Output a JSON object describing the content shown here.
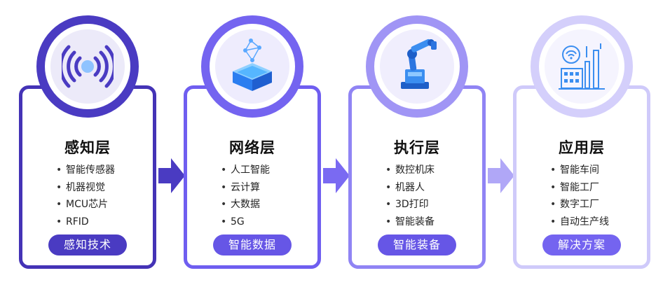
{
  "layers": [
    {
      "title": "感知层",
      "items": [
        "智能传感器",
        "机器视觉",
        "MCU芯片",
        "RFID"
      ],
      "badge": "感知技术",
      "icon": "rfid-signal-icon"
    },
    {
      "title": "网络层",
      "items": [
        "人工智能",
        "云计算",
        "大数据",
        "5G"
      ],
      "badge": "智能数据",
      "icon": "network-cube-icon"
    },
    {
      "title": "执行层",
      "items": [
        "数控机床",
        "机器人",
        "3D打印",
        "智能装备"
      ],
      "badge": "智能装备",
      "icon": "robot-arm-icon"
    },
    {
      "title": "应用层",
      "items": [
        "智能车间",
        "智能工厂",
        "数字工厂",
        "自动生产线"
      ],
      "badge": "解决方案",
      "icon": "factory-icon"
    }
  ],
  "bullet": "•",
  "colors": [
    "#4a3bc2",
    "#7464f0",
    "#a095f5",
    "#d4cffb"
  ]
}
